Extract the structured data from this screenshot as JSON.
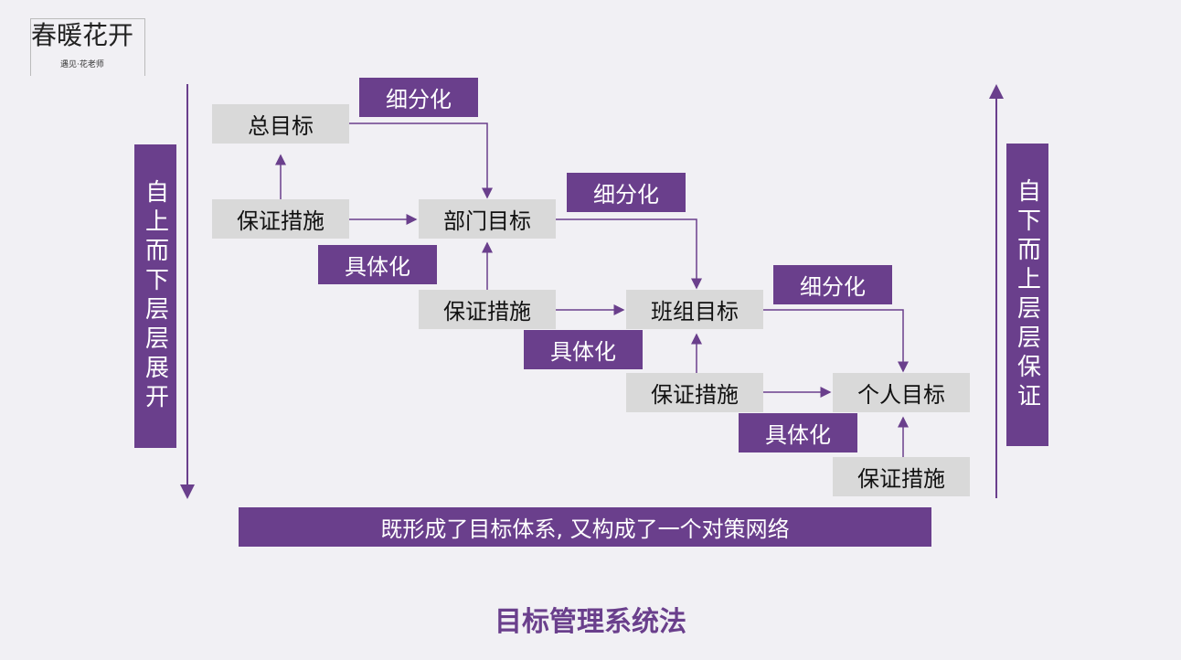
{
  "logo": {
    "main": "春暖花开",
    "sub": "遇见·花老师"
  },
  "left_label": "自上而下层层展开",
  "right_label": "自下而上层层保证",
  "goals": [
    "总目标",
    "部门目标",
    "班组目标",
    "个人目标"
  ],
  "measures": [
    "保证措施",
    "保证措施",
    "保证措施",
    "保证措施"
  ],
  "subdivide": [
    "细分化",
    "细分化",
    "细分化"
  ],
  "concretize": [
    "具体化",
    "具体化",
    "具体化"
  ],
  "summary": "既形成了目标体系, 又构成了一个对策网络",
  "title": "目标管理系统法",
  "colors": {
    "accent": "#6a3f8c",
    "box": "#d9d9d9"
  }
}
